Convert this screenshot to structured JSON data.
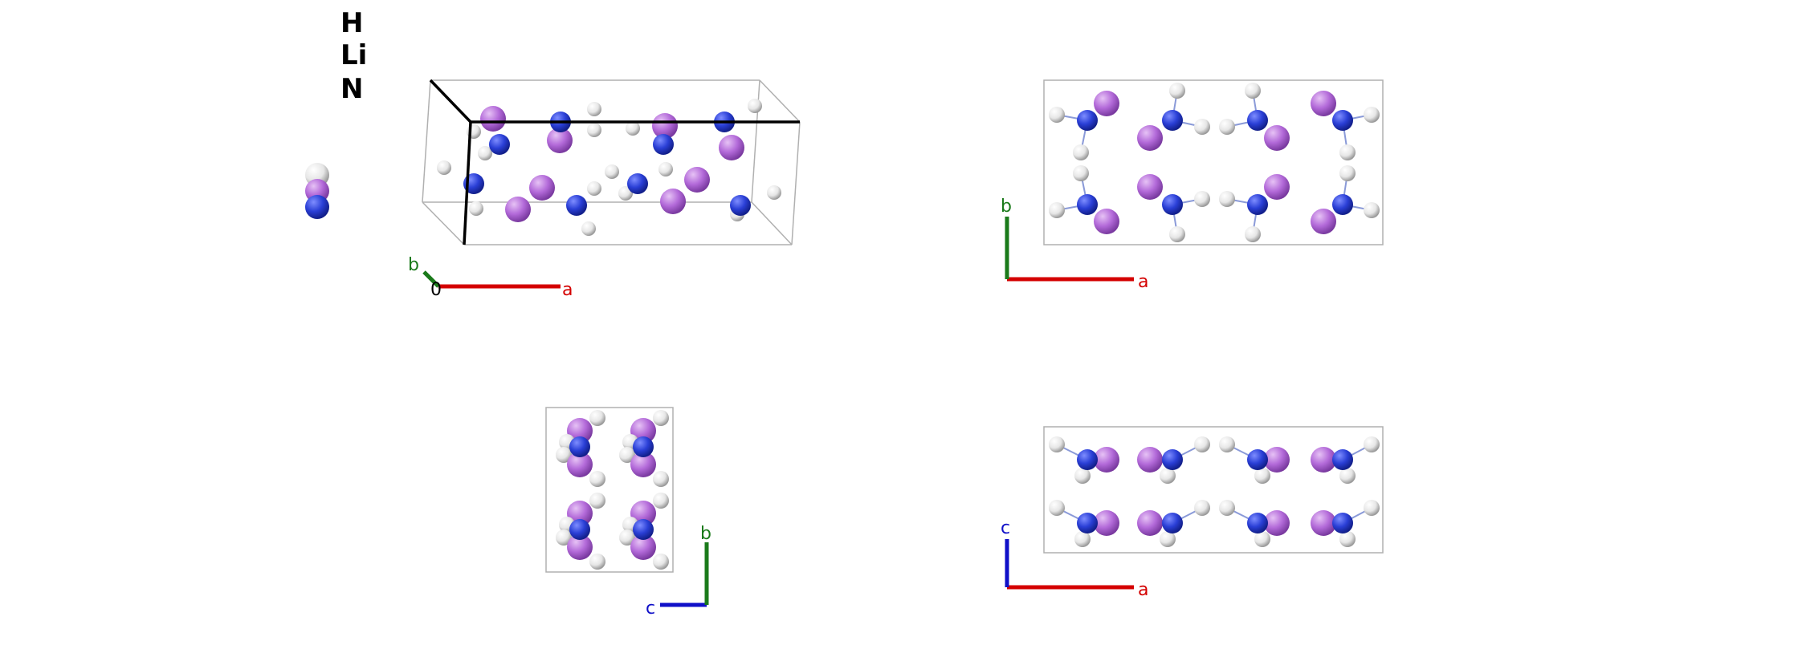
{
  "legend": {
    "elements": [
      {
        "symbol": "H",
        "color": "#f2f2f2"
      },
      {
        "symbol": "Li",
        "color": "#b36ad9"
      },
      {
        "symbol": "N",
        "color": "#2a3fd6"
      }
    ]
  },
  "colors": {
    "H": "#f2f2f2",
    "Li": "#b36ad9",
    "N": "#2a3fd6",
    "axis_a": "#d40000",
    "axis_b": "#1a7a1a",
    "axis_c": "#1010c8",
    "bond": "#8a9ad8",
    "cell_edge": "#b0b0b0",
    "cell_edge_front": "#000000"
  },
  "panels": [
    {
      "id": "perspective",
      "axes": {
        "a": "a",
        "b": "b",
        "origin": "0"
      }
    },
    {
      "id": "view-c",
      "axes": {
        "a": "a",
        "b": "b"
      }
    },
    {
      "id": "view-a",
      "axes": {
        "b": "b",
        "c": "c"
      }
    },
    {
      "id": "view-b",
      "axes": {
        "a": "a",
        "c": "c"
      }
    }
  ]
}
